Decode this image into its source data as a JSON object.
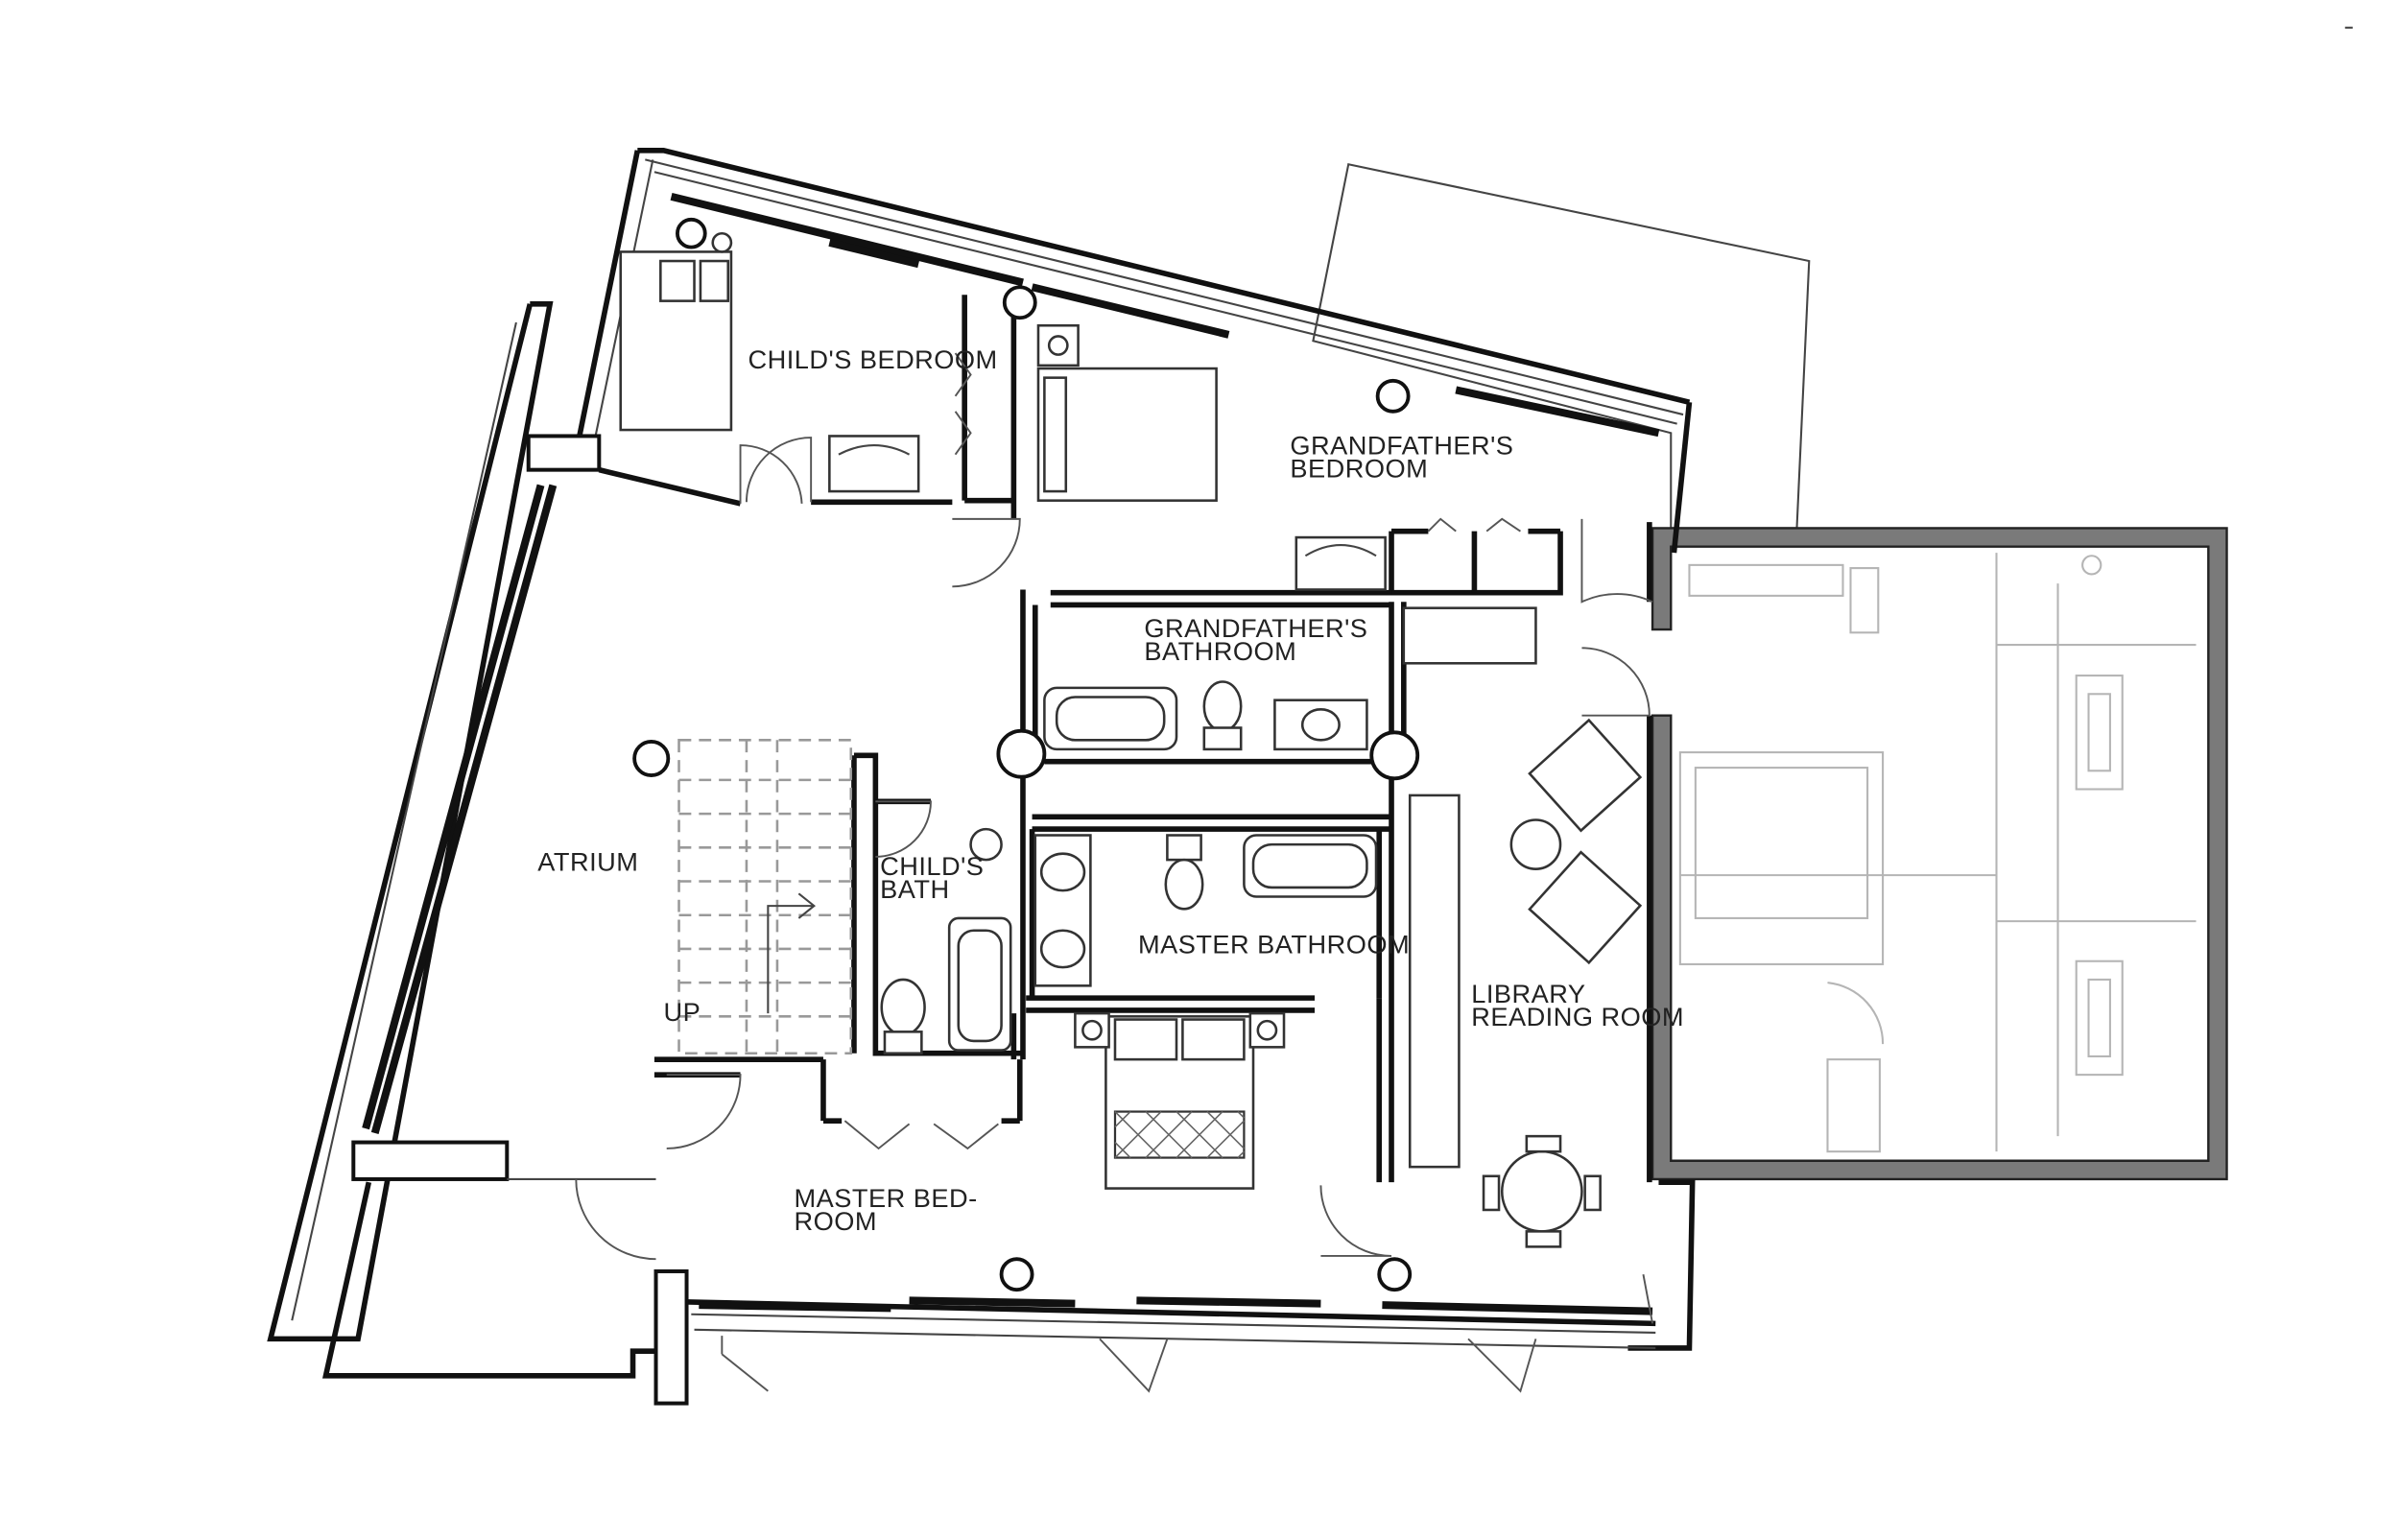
{
  "rooms": {
    "childs_bedroom": "CHILD'S BEDROOM",
    "grandfathers_bedroom_1": "GRANDFATHER'S",
    "grandfathers_bedroom_2": "BEDROOM",
    "grandfathers_bathroom_1": "GRANDFATHER'S",
    "grandfathers_bathroom_2": "BATHROOM",
    "atrium": "ATRIUM",
    "childs_bath_1": "CHILD'S",
    "childs_bath_2": "BATH",
    "master_bathroom": "MASTER BATHROOM",
    "library_1": "LIBRARY",
    "library_2": "READING ROOM",
    "master_bedroom_1": "MASTER BED-",
    "master_bedroom_2": "ROOM",
    "stair_up": "UP"
  }
}
